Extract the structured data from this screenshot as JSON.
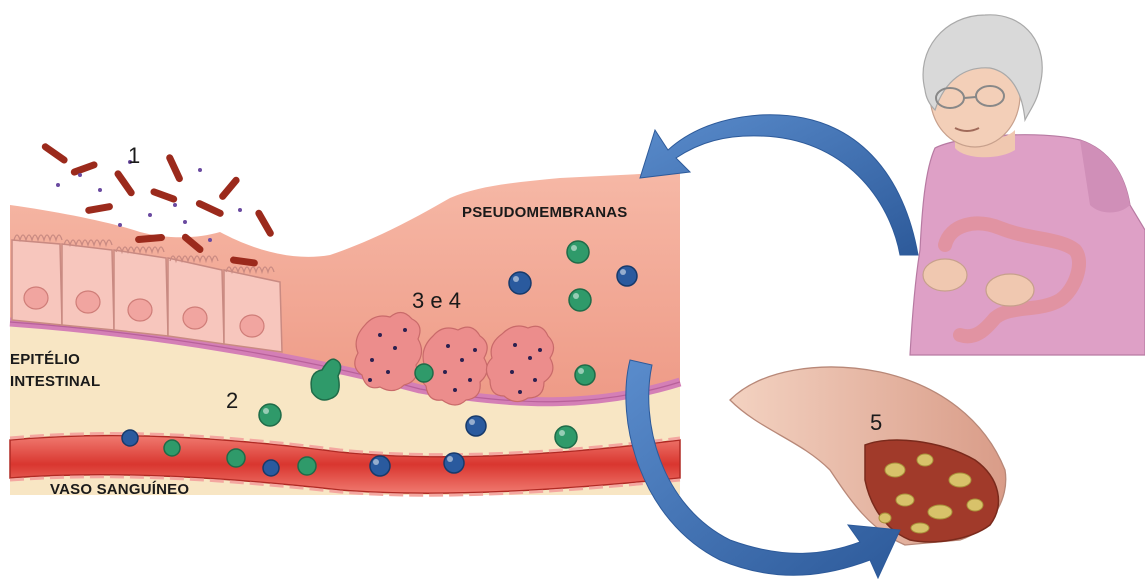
{
  "labels": {
    "step_1": "1",
    "step_2": "2",
    "step_3_4": "3 e 4",
    "step_5": "5",
    "pseudomembranas": "PSEUDOMEMBRANAS",
    "epitelio_line1": "EPITÉLIO",
    "epitelio_line2": "INTESTINAL",
    "vaso": "VASO SANGUÍNEO"
  },
  "colors": {
    "arrow": "#3f6fb0",
    "tissue": "#f2a794",
    "epithelium": "#f7c6bd",
    "membrane": "#d47fb6",
    "submucosa": "#f8e6c4",
    "vessel": "#e0463f",
    "bacteria": "#9b2a1c",
    "neutrophil_green": "#2f9a6a",
    "lymphocyte_blue": "#2a5a9e",
    "dress": "#dea0c6",
    "hair": "#d9d9d9"
  }
}
